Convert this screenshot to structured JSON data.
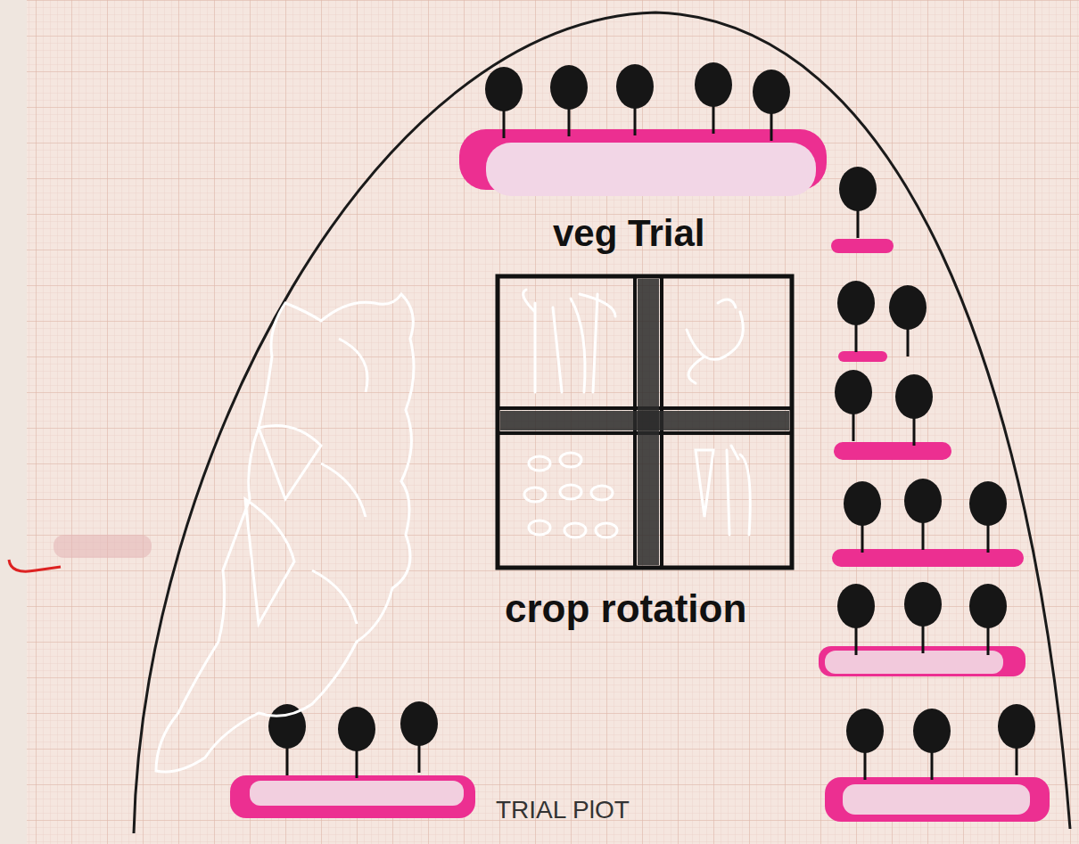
{
  "diagram": {
    "labels": [
      "veg Trial",
      "crop rotation",
      "TRIAL PlOT"
    ]
  }
}
